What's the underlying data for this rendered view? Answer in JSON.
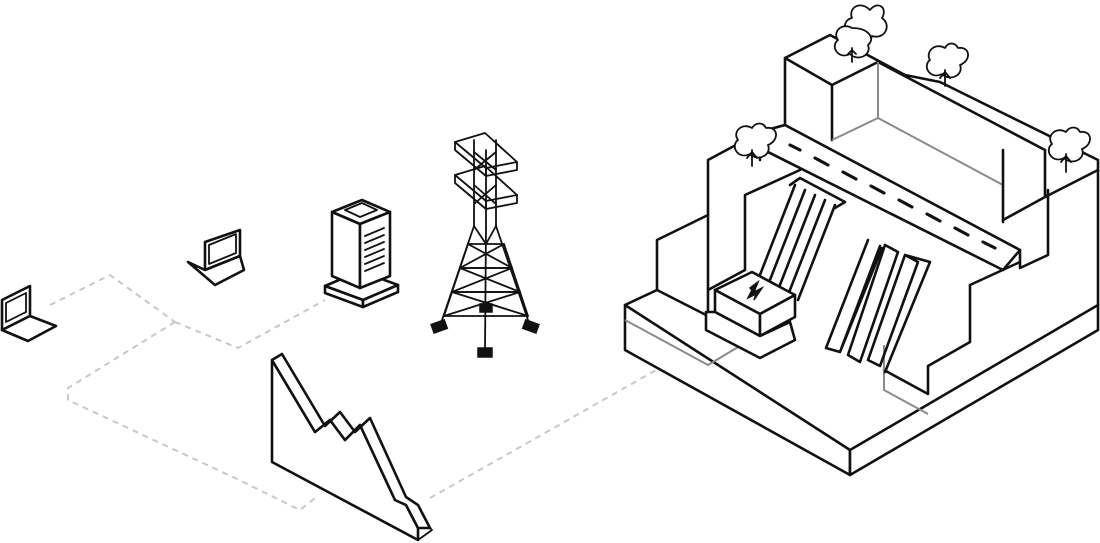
{
  "diagram": {
    "nodes": [
      {
        "id": "laptop-1",
        "icon": "laptop-icon"
      },
      {
        "id": "laptop-2",
        "icon": "laptop-icon"
      },
      {
        "id": "server",
        "icon": "server-tower-icon"
      },
      {
        "id": "pylon",
        "icon": "transmission-tower-icon"
      },
      {
        "id": "chart",
        "icon": "zigzag-chart-icon"
      },
      {
        "id": "dam",
        "icon": "hydroelectric-dam-icon"
      }
    ],
    "connections": [
      {
        "from": "laptop-1",
        "to": "laptop-2",
        "style": "dashed"
      },
      {
        "from": "laptop-2",
        "to": "server",
        "style": "dashed"
      },
      {
        "from": "laptop-1",
        "to": "chart",
        "style": "dashed"
      },
      {
        "from": "chart",
        "to": "dam",
        "style": "dashed"
      }
    ],
    "colors": {
      "ink": "#111111",
      "connector": "#c8c8c8",
      "hidden_edge": "#8a8a8a",
      "background": "#ffffff"
    }
  }
}
